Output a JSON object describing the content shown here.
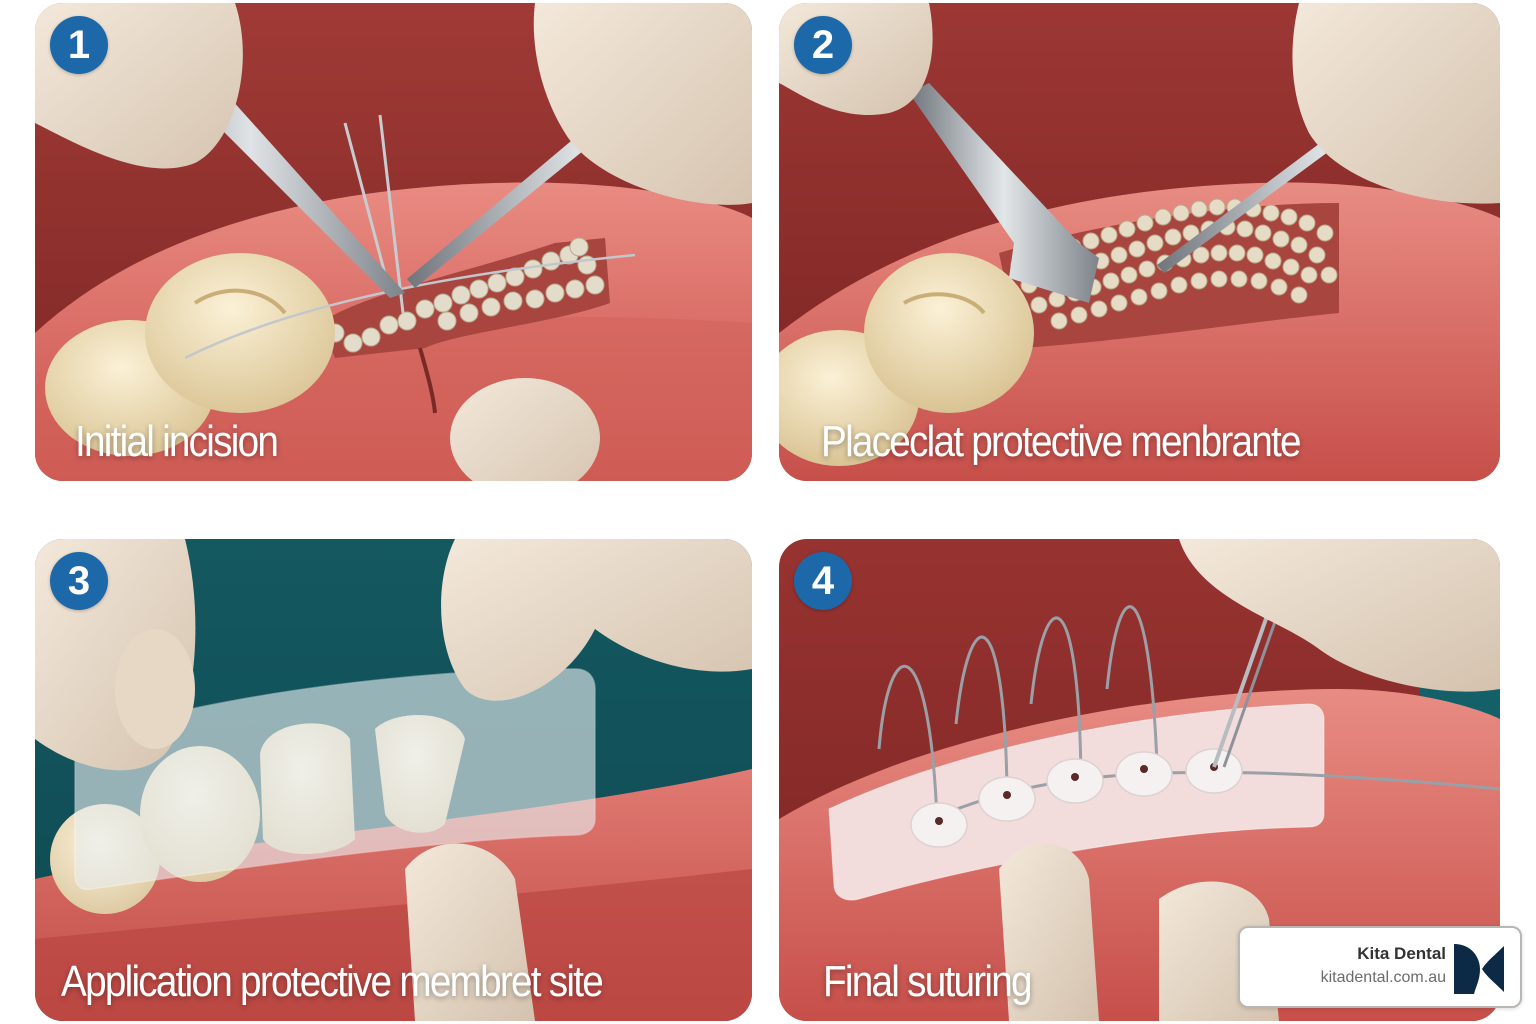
{
  "infographic": {
    "steps": [
      {
        "number": "1",
        "caption": "Initial incision"
      },
      {
        "number": "2",
        "caption": "Placeclat protective menbrante"
      },
      {
        "number": "3",
        "caption": "Application protective membret site"
      },
      {
        "number": "4",
        "caption": "Final suturing"
      }
    ],
    "badge_color": "#1d68a8",
    "colors": {
      "gum": "#d9665f",
      "mouth_background": "#8e2f2c",
      "teal_background": "#14545c",
      "glove": "#eadccb",
      "tooth": "#ecdcb4",
      "instrument": "#9aa0a6"
    }
  },
  "logo": {
    "name": "Kita Dental",
    "url": "kitadental.com.au",
    "mark_color": "#0c2a45"
  }
}
